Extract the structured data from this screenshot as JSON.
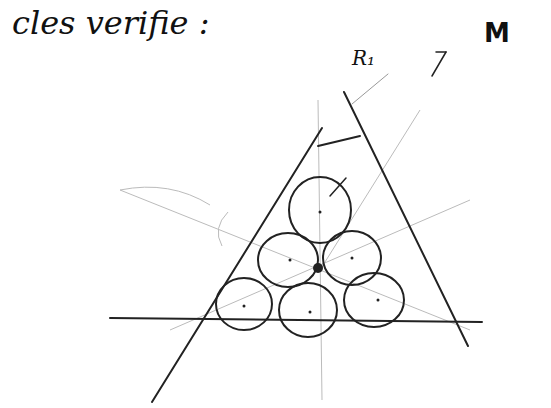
{
  "diagram": {
    "labels": [
      "cles verifie :",
      "M",
      "R₁"
    ]
  }
}
